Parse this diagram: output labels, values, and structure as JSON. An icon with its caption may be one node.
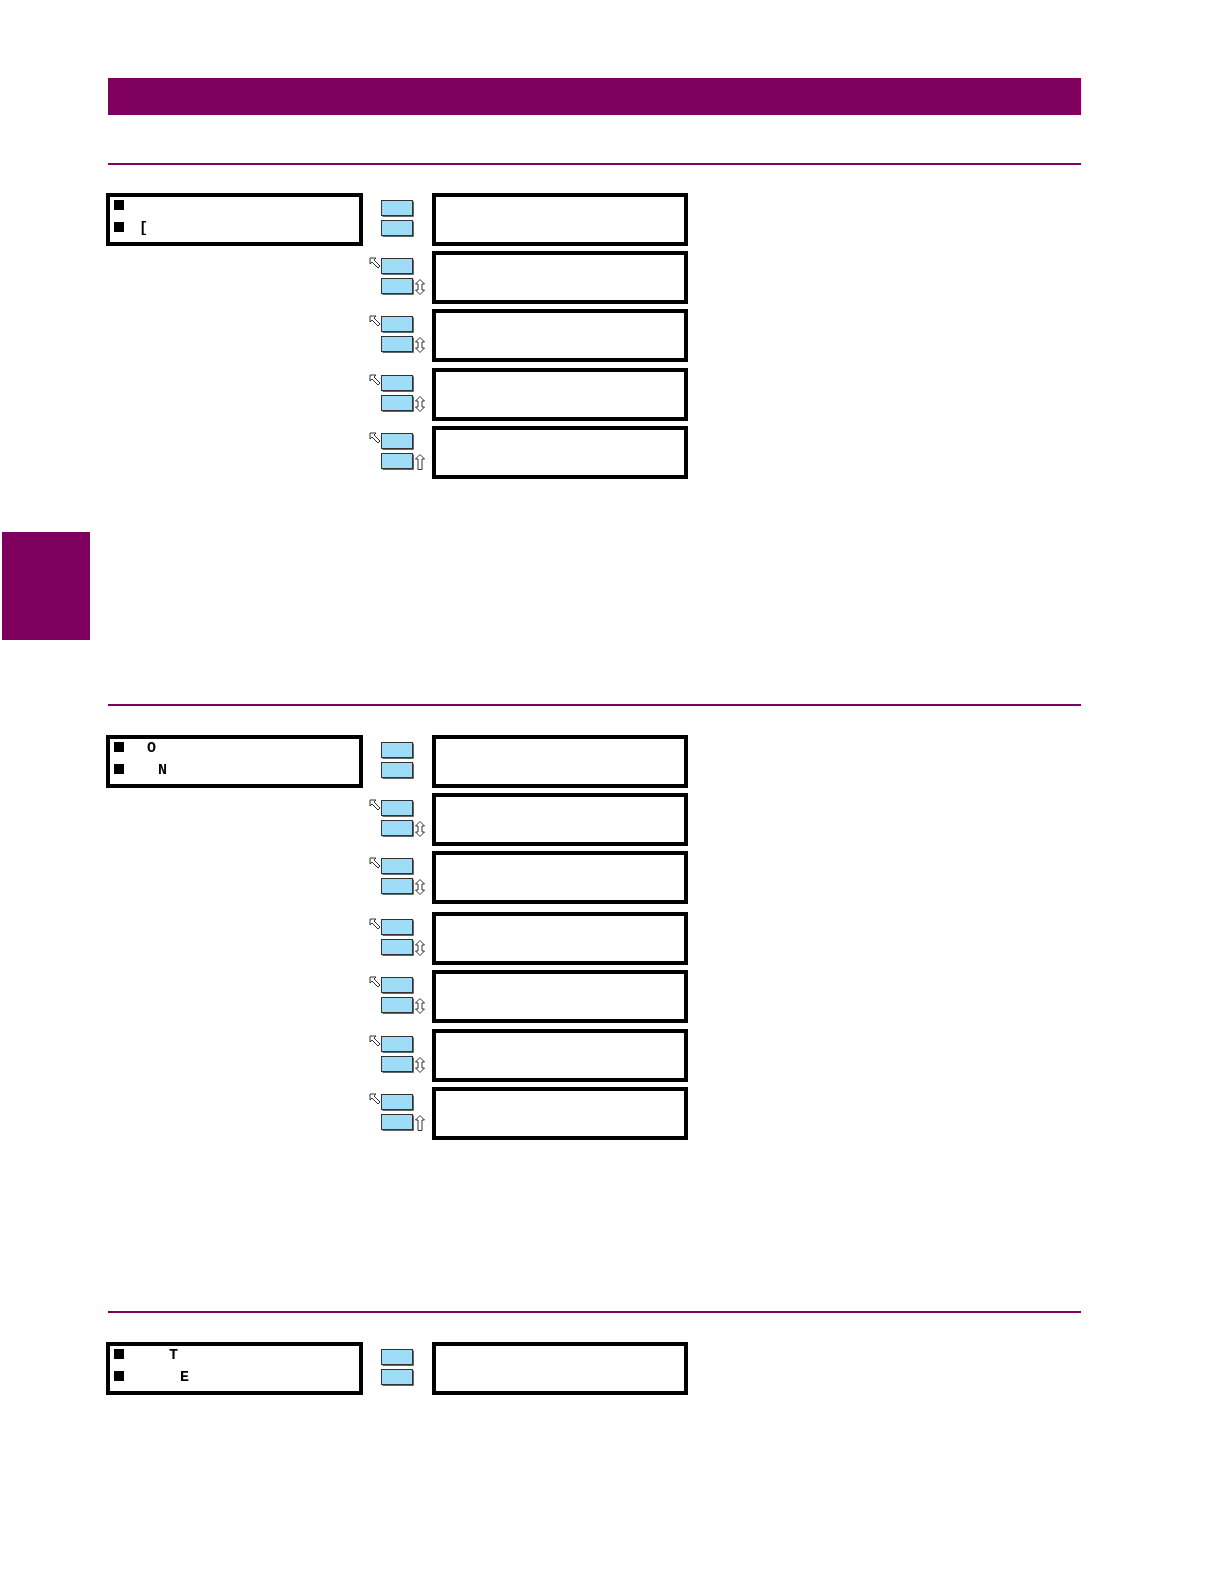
{
  "diagram": {
    "nodes": [
      {
        "text": [
          "["
        ]
      },
      {
        "text": [],
        "shape": "box"
      },
      {
        "text": [],
        "shape": "box"
      },
      {
        "text": [],
        "shape": "box"
      },
      {
        "text": [],
        "shape": "box"
      },
      {
        "text": [],
        "shape": "box"
      },
      {
        "text": [],
        "shape": "box"
      },
      {
        "text": [
          "O",
          "N"
        ]
      },
      {
        "text": [],
        "shape": "box"
      },
      {
        "text": [],
        "shape": "box"
      },
      {
        "text": [],
        "shape": "box"
      },
      {
        "text": [],
        "shape": "box"
      },
      {
        "text": [],
        "shape": "box"
      },
      {
        "text": [],
        "shape": "box"
      },
      {
        "text": [],
        "shape": "box"
      },
      {
        "text": [
          "T",
          "E"
        ]
      },
      {
        "text": [],
        "shape": "box"
      }
    ]
  }
}
